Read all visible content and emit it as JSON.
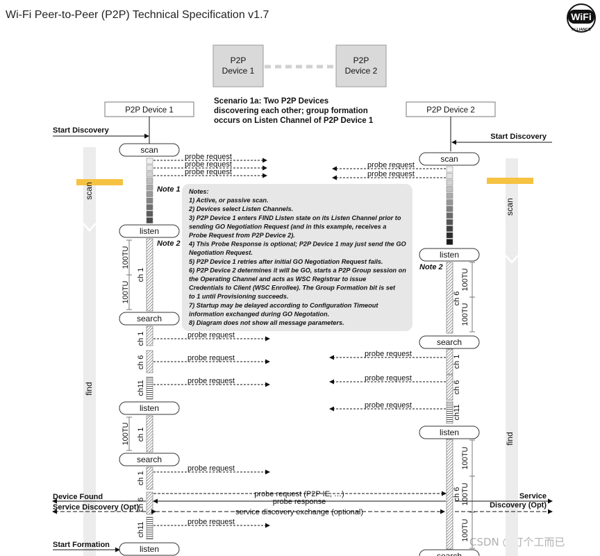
{
  "header": {
    "title": "Wi-Fi Peer-to-Peer (P2P) Technical Specification v1.7",
    "logo_text": "WiFi",
    "logo_subtext": "ALLIANCE"
  },
  "topology": {
    "device1": [
      "P2P",
      "Device 1"
    ],
    "device2": [
      "P2P",
      "Device 2"
    ]
  },
  "scenario_title": [
    "Scenario 1a: Two P2P Devices",
    "discovering each other; group formation",
    "occurs on Listen Channel of P2P Device 1"
  ],
  "lanes": {
    "device1": "P2P Device 1",
    "device2": "P2P Device 2"
  },
  "phases": {
    "scan": "scan",
    "find": "find"
  },
  "states": {
    "scan": "scan",
    "listen": "listen",
    "search": "search"
  },
  "notes_labels": {
    "note1": "Note 1",
    "note2": "Note 2"
  },
  "notes": [
    "Notes:",
    "1)  Active, or passive scan.",
    "2)  Devices select Listen Channels.",
    "3)  P2P Device 1 enters FIND Listen state on its Listen Channel prior to",
    "     sending GO Negotiation Request (and in this example, receives a",
    "     Probe Request from P2P Device 2).",
    "4)  This Probe Response is optional; P2P Device 1 may just send the GO",
    "     Negotiation Request.",
    "5)  P2P Device 1 retries after initial GO Negotiation Request fails.",
    "6)  P2P Device 2 determines it will be GO, starts a P2P Group session on",
    "     the Operating Channel and acts as WSC Registrar to issue",
    "     Credentials to Client (WSC Enrollee). The Group Formation bit is set",
    "     to 1 until Provisioning succeeds.",
    "7) Startup may be delayed according to Configuration Timeout",
    "     information exchanged during GO Negotation.",
    "8)  Diagram does not show all message parameters."
  ],
  "messages": {
    "probe_request": "probe request",
    "probe_request_p2p": "probe request (P2P IE, …)",
    "probe_response": "probe response",
    "service_discovery_exchange": "service discovery exchange (optional)"
  },
  "events": {
    "start_discovery": "Start Discovery",
    "device_found": "Device Found",
    "service_discovery_opt": "Service Discovery (Opt)",
    "service": "Service",
    "discovery_opt": "Discovery (Opt)",
    "start_formation": "Start Formation"
  },
  "channels": {
    "ch1": "ch 1",
    "ch6": "ch 6",
    "ch11": "ch11"
  },
  "durations": {
    "tu100": "100TU"
  },
  "watermark": "CSDN @打个工而已",
  "colors": {
    "phase_bar": "#ececec",
    "scan_highlight": "#f5c242",
    "notes_bg": "#e7e7e7",
    "topology_box": "#d9d9d9"
  }
}
